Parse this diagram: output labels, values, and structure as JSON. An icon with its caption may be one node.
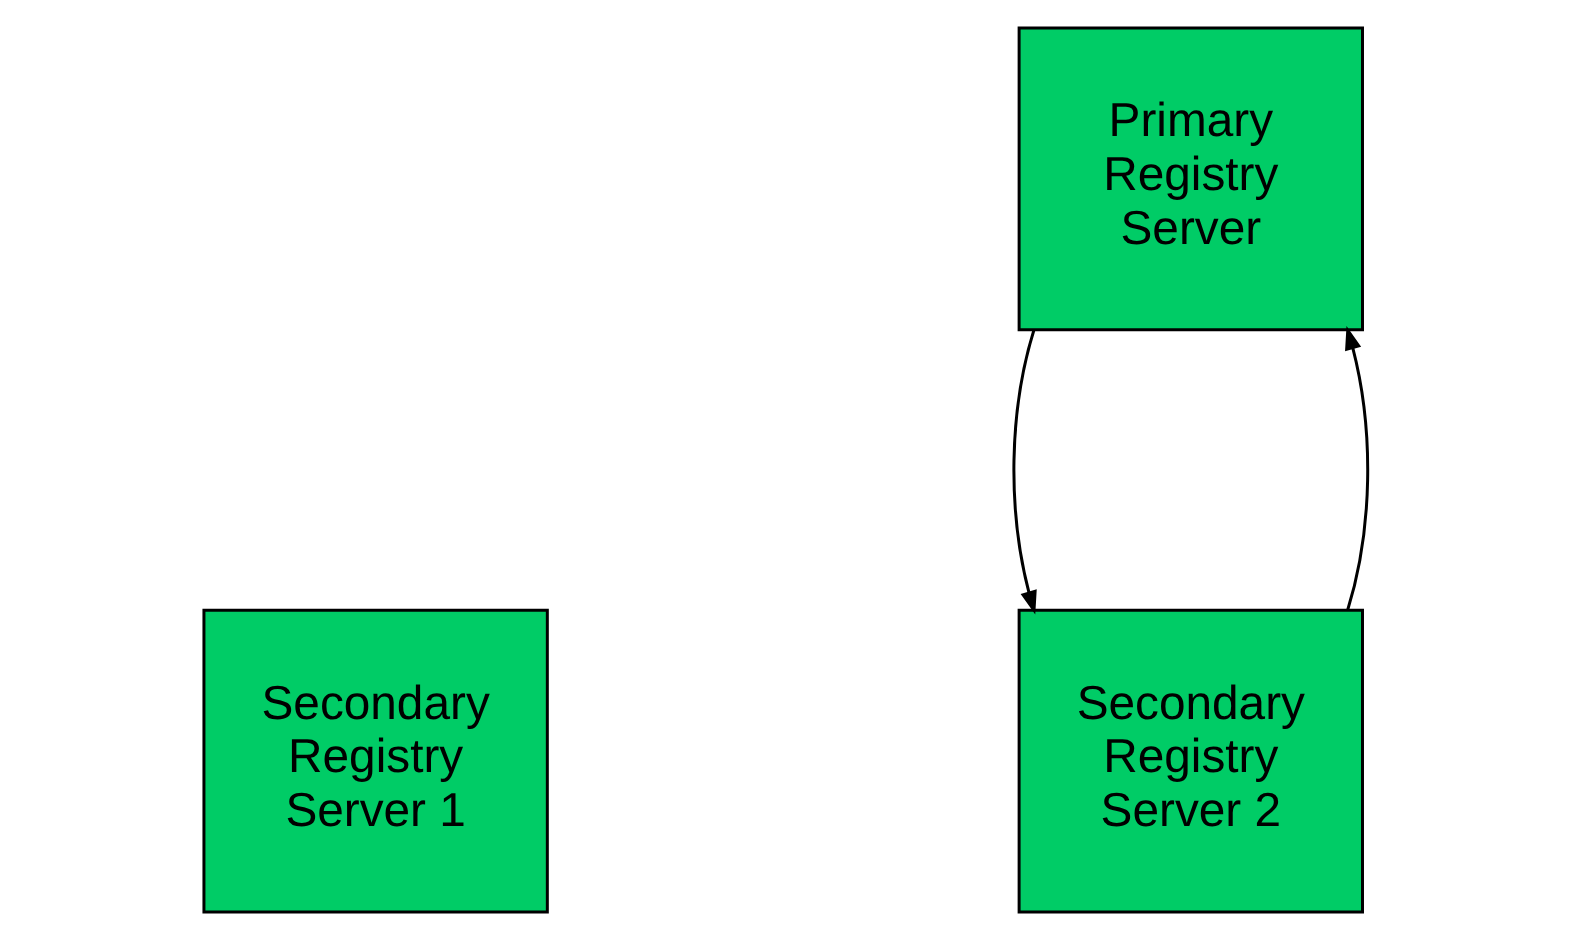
{
  "diagram": {
    "nodes": [
      {
        "text": [
          "Primary Registry Server"
        ]
      },
      {
        "text": [
          "Secondary Registry Server 1"
        ]
      },
      {
        "text": [
          "Secondary Registry Server 2"
        ]
      }
    ],
    "edges": [
      {
        "from": 0,
        "to": 2,
        "arrow": "to"
      },
      {
        "from": 2,
        "to": 0,
        "arrow": "to"
      }
    ]
  }
}
